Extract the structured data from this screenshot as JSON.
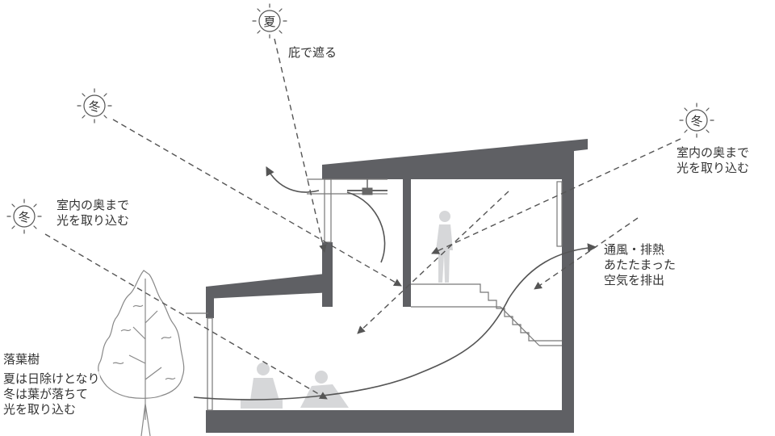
{
  "sun_labels": {
    "summer": "夏",
    "winter_left_top": "冬",
    "winter_left_bottom": "冬",
    "winter_right": "冬"
  },
  "labels": {
    "eave_shade": "庇で遮る",
    "right_light_1": "室内の奥まで",
    "right_light_2": "光を取り込む",
    "left_light_1": "室内の奥まで",
    "left_light_2": "光を取り込む",
    "vent_1": "通風・排熱",
    "vent_2": "あたたまった",
    "vent_3": "空気を排出",
    "tree_title": "落葉樹",
    "tree_1": "夏は日除けとなり",
    "tree_2": "冬は葉が落ちて",
    "tree_3": "光を取り込む"
  },
  "colors": {
    "structure": "#5f6064",
    "line": "#555555",
    "text": "#333333"
  }
}
